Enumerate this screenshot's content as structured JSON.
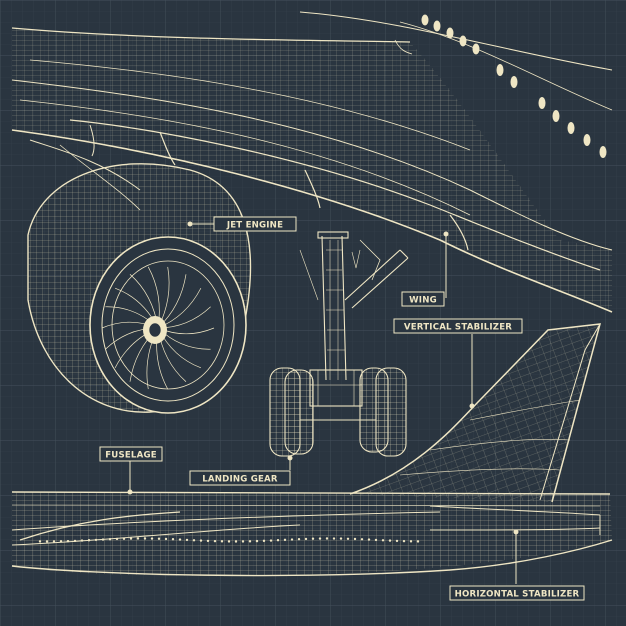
{
  "colors": {
    "background": "#2a3540",
    "ink": "#efe6c4",
    "grid_minor": "#3a4650",
    "grid_major": "#46525d"
  },
  "labels": {
    "jet_engine": "JET ENGINE",
    "wing": "WING",
    "vertical_stabilizer": "VERTICAL STABILIZER",
    "fuselage": "FUSELAGE",
    "landing_gear": "LANDING GEAR",
    "horizontal_stabilizer": "HORIZONTAL STABILIZER"
  }
}
